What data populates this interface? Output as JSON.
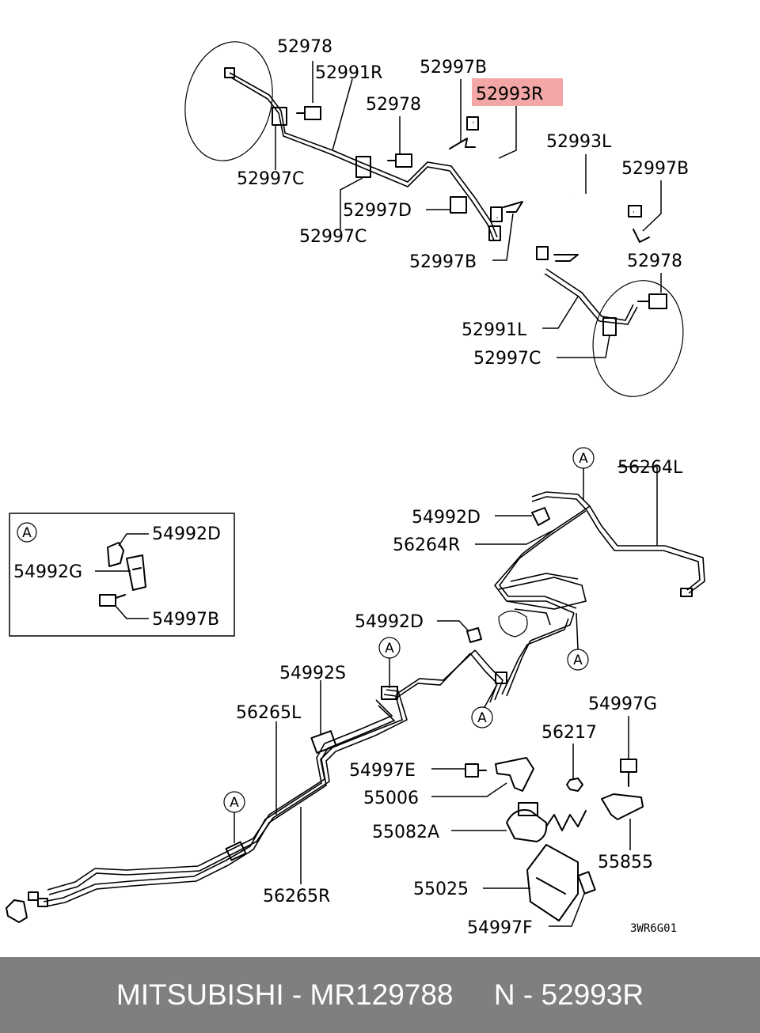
{
  "highlight_color": "#f2a6a6",
  "footer": {
    "brand": "MITSUBISHI",
    "part_number": "MR129788",
    "ref": "N - 52993R",
    "text": "MITSUBISHI - MR129788     N - 52993R"
  },
  "diagram_code": "3WR6G01",
  "circle_marker": "A",
  "detail_box": {
    "marker": "A",
    "labels": [
      "54992D",
      "54992G",
      "54997B"
    ]
  },
  "labels": {
    "l52978_a": "52978",
    "l52991R": "52991R",
    "l52997B_a": "52997B",
    "l52993R": "52993R",
    "l52978_b": "52978",
    "l52993L": "52993L",
    "l52997B_b": "52997B",
    "l52997C_a": "52997C",
    "l52997D": "52997D",
    "l52997C_b": "52997C",
    "l52997B_c": "52997B",
    "l52978_c": "52978",
    "l52991L": "52991L",
    "l52997C_c": "52997C",
    "l56264L": "56264L",
    "l54992D_a": "54992D",
    "l56264R": "56264R",
    "l54992D_b": "54992D",
    "l54992S": "54992S",
    "l56265L": "56265L",
    "l54997G": "54997G",
    "l56217": "56217",
    "l54997E": "54997E",
    "l55006": "55006",
    "l55082A": "55082A",
    "l55855": "55855",
    "l56265R": "56265R",
    "l55025": "55025",
    "l54997F": "54997F"
  }
}
